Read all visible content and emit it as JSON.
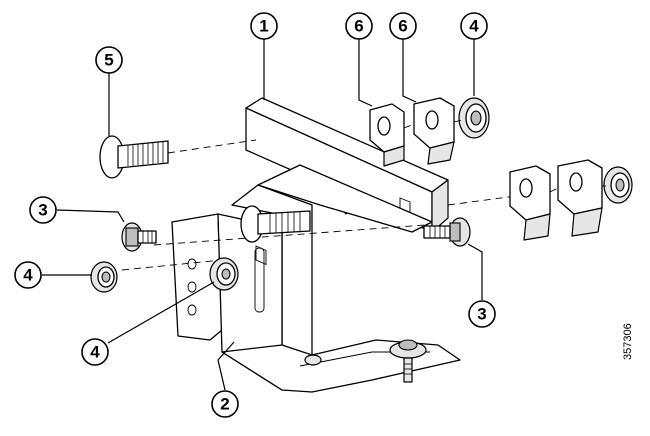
{
  "figure_id": "357306",
  "callouts": [
    "1",
    "2",
    "3",
    "3",
    "4",
    "4",
    "4",
    "5",
    "6",
    "6"
  ],
  "colors": {
    "line": "#000000",
    "fill": "#ffffff",
    "shade": "#e6e6e6",
    "dark": "#bdbdbd"
  }
}
